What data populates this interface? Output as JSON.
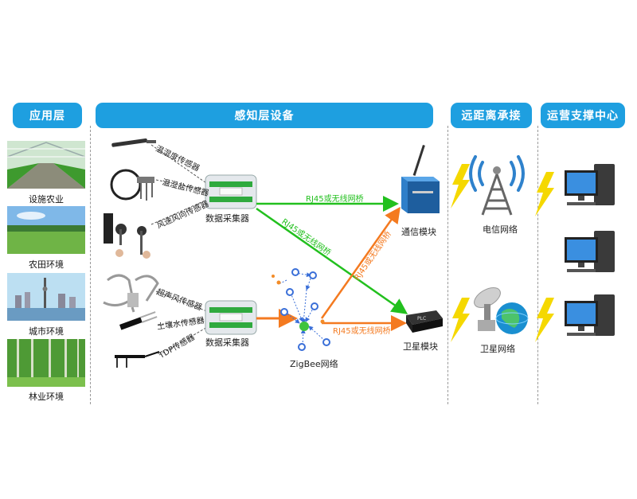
{
  "headers": {
    "app_layer": "应用层",
    "sensing": "感知层设备",
    "remote": "远距离承接",
    "ops": "运营支撑中心"
  },
  "applications": [
    {
      "label": "设施农业"
    },
    {
      "label": "农田环境"
    },
    {
      "label": "城市环境"
    },
    {
      "label": "林业环境"
    }
  ],
  "sensors_top": [
    "温湿度传感器",
    "温湿盐传感器",
    "风速风向传感器"
  ],
  "sensors_bottom": [
    "超声风传感器",
    "土壤水传感器",
    "TDP传感器"
  ],
  "collector_label": "数据采集器",
  "links": {
    "green_top": "RJ45或无线网桥",
    "green_diag": "RJ45或无线网桥",
    "orange_diag": "RJ45或无线网桥",
    "orange_low": "RJ45或无线网桥"
  },
  "zigbee_label": "ZigBee网络",
  "comm_module": "通信模块",
  "sat_module": "卫星模块",
  "telecom_net": "电信网络",
  "sat_net": "卫星网络",
  "colors": {
    "header": "#1e9fe0",
    "green": "#22c01e",
    "orange": "#f47a20",
    "bolt": "#f5d800"
  }
}
